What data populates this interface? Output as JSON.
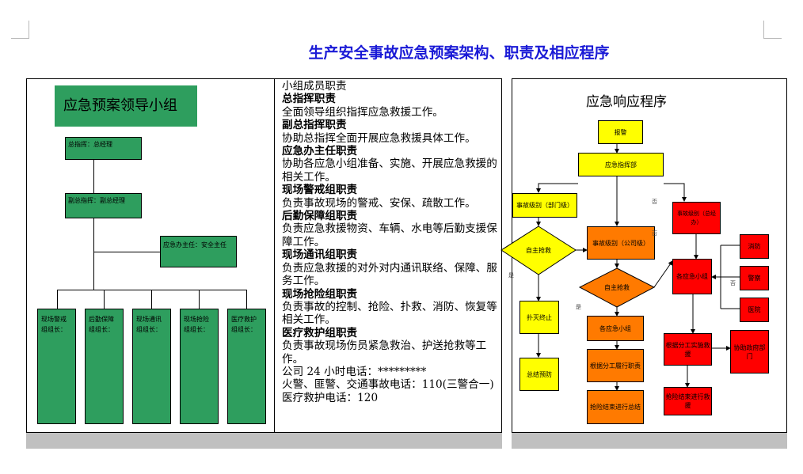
{
  "title": "生产安全事故应急预案架构、职责及相应程序",
  "org": {
    "header": "应急预案领导小组",
    "commander": "总指挥：总经理",
    "deputy": "副总指挥：副总经理",
    "office": "应急办主任：安全主任",
    "groups": [
      "现场警戒组组长：",
      "后勤保障组组长：",
      "现场通讯组组长：",
      "现场抢险组组长：",
      "医疗救护组组长："
    ]
  },
  "duties": {
    "intro": "小组成员职责",
    "items": [
      {
        "h": "总指挥职责",
        "t": "全面领导组织指挥应急救援工作。"
      },
      {
        "h": "副总指挥职责",
        "t": "协助总指挥全面开展应急救援具体工作。"
      },
      {
        "h": "应急办主任职责",
        "t": "协助各应急小组准备、实施、开展应急救援的相关工作。"
      },
      {
        "h": "现场警戒组职责",
        "t": "负责事故现场的警戒、安保、疏散工作。"
      },
      {
        "h": "后勤保障组职责",
        "t": "负责应急救援物资、车辆、水电等后勤支援保障工作。"
      },
      {
        "h": "现场通讯组职责",
        "t": "负责应急救援的对外对内通讯联络、保障、服务工作。"
      },
      {
        "h": "现场抢险组职责",
        "t": "负责事故的控制、抢险、扑救、消防、恢复等相关工作。"
      },
      {
        "h": "医疗救护组职责",
        "t": "负责事故现场伤员紧急救治、护送抢救等工作。"
      }
    ],
    "phone1": "公司 24 小时电话：*********",
    "phone2": "火警、匪警、交通事故电话：110(三警合一)",
    "phone3": "医疗救护电话：120"
  },
  "flow": {
    "title": "应急响应程序",
    "alarm": "报警",
    "command": "应急指挥部",
    "dept": "事故级别（部门级）",
    "company": "事故级别（公司级）",
    "chief": "事故级别（总经办）",
    "self1": "自主抢救",
    "self2": "自主抢救",
    "extinguish": "扑灭终止",
    "summary1": "总结预防",
    "groups": "各应急小组",
    "divide": "根据分工履行职责",
    "end": "抢险结束进行总结",
    "redgroups": "各应急小组",
    "fire": "消防",
    "police": "警察",
    "hospital": "医院",
    "divide2": "根据分工实施救援",
    "gov": "协助政府部门",
    "end2": "抢险结束进行救援",
    "yes": "是",
    "no": "否"
  },
  "colors": {
    "green": "#2e9e5e",
    "yellow": "#ffff00",
    "orange": "#ff7a00",
    "red": "#ff0000",
    "title": "#1a1ad6"
  }
}
